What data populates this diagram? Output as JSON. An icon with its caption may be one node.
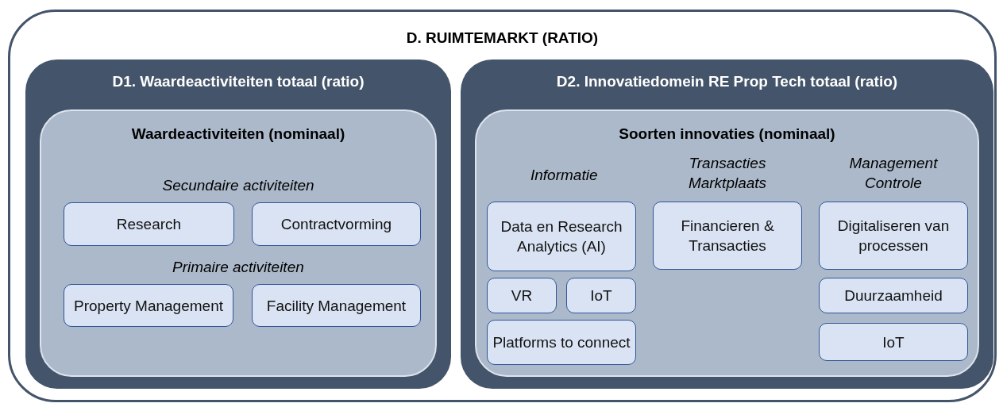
{
  "diagram": {
    "nodes": [
      {
        "text": [
          "D. RUIMTEMARKT (RATIO)"
        ]
      },
      {
        "text": [
          "D1. Waardeactiviteiten totaal (ratio)"
        ],
        "in": 0
      },
      {
        "text": [
          "Waardeactiviteiten (nominaal)"
        ],
        "in": 1
      },
      {
        "text": [
          "Research"
        ],
        "in": 2
      },
      {
        "text": [
          "Contractvorming"
        ],
        "in": 2
      },
      {
        "text": [
          "Property Management"
        ],
        "in": 2
      },
      {
        "text": [
          "Facility Management"
        ],
        "in": 2
      },
      {
        "text": [
          "D2. Innovatiedomein RE Prop Tech totaal (ratio)"
        ],
        "in": 0
      },
      {
        "text": [
          "Soorten innovaties (nominaal)"
        ],
        "in": 7
      },
      {
        "text": [
          "Data en Research Analytics (AI)"
        ],
        "in": 8
      },
      {
        "text": [
          "Financieren & Transacties"
        ],
        "in": 8
      },
      {
        "text": [
          "Digitaliseren van processen"
        ],
        "in": 8
      },
      {
        "text": [
          "VR"
        ],
        "in": 8
      },
      {
        "text": [
          "IoT"
        ],
        "in": 8
      },
      {
        "text": [
          "Duurzaamheid"
        ],
        "in": 8
      },
      {
        "text": [
          "Platforms to connect"
        ],
        "in": 8
      },
      {
        "text": [
          "IoT"
        ],
        "in": 8
      }
    ],
    "labels": [
      "Secundaire activiteiten",
      "Primaire activiteiten",
      "Informatie",
      "Transacties Marktplaats",
      "Management Controle"
    ]
  }
}
